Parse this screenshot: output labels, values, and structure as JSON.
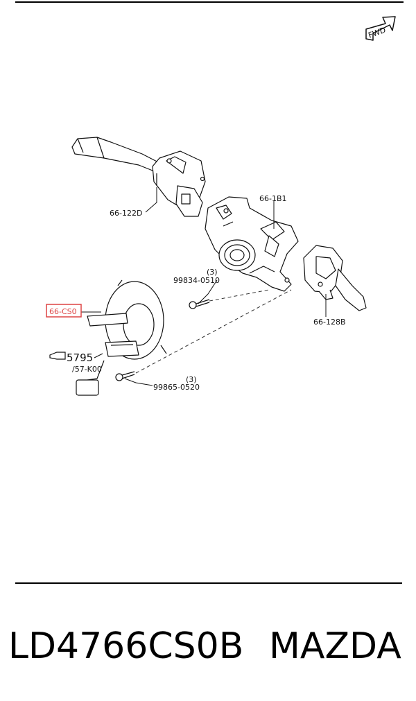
{
  "diagram": {
    "fwd_label": "FWD",
    "labels": {
      "switch_left": "66-122D",
      "housing": "66-1B1",
      "screw_top_qty": "(3)",
      "screw_top": "99834-0510",
      "clock_spring": "66-CS0",
      "switch_right": "66-128B",
      "ref_code": "5795",
      "ref_sub": "/57-K00",
      "screw_bottom_qty": "(3)",
      "screw_bottom": "99865-0520"
    }
  },
  "caption": {
    "part_number": "LD4766CS0B",
    "brand": "MAZDA"
  }
}
